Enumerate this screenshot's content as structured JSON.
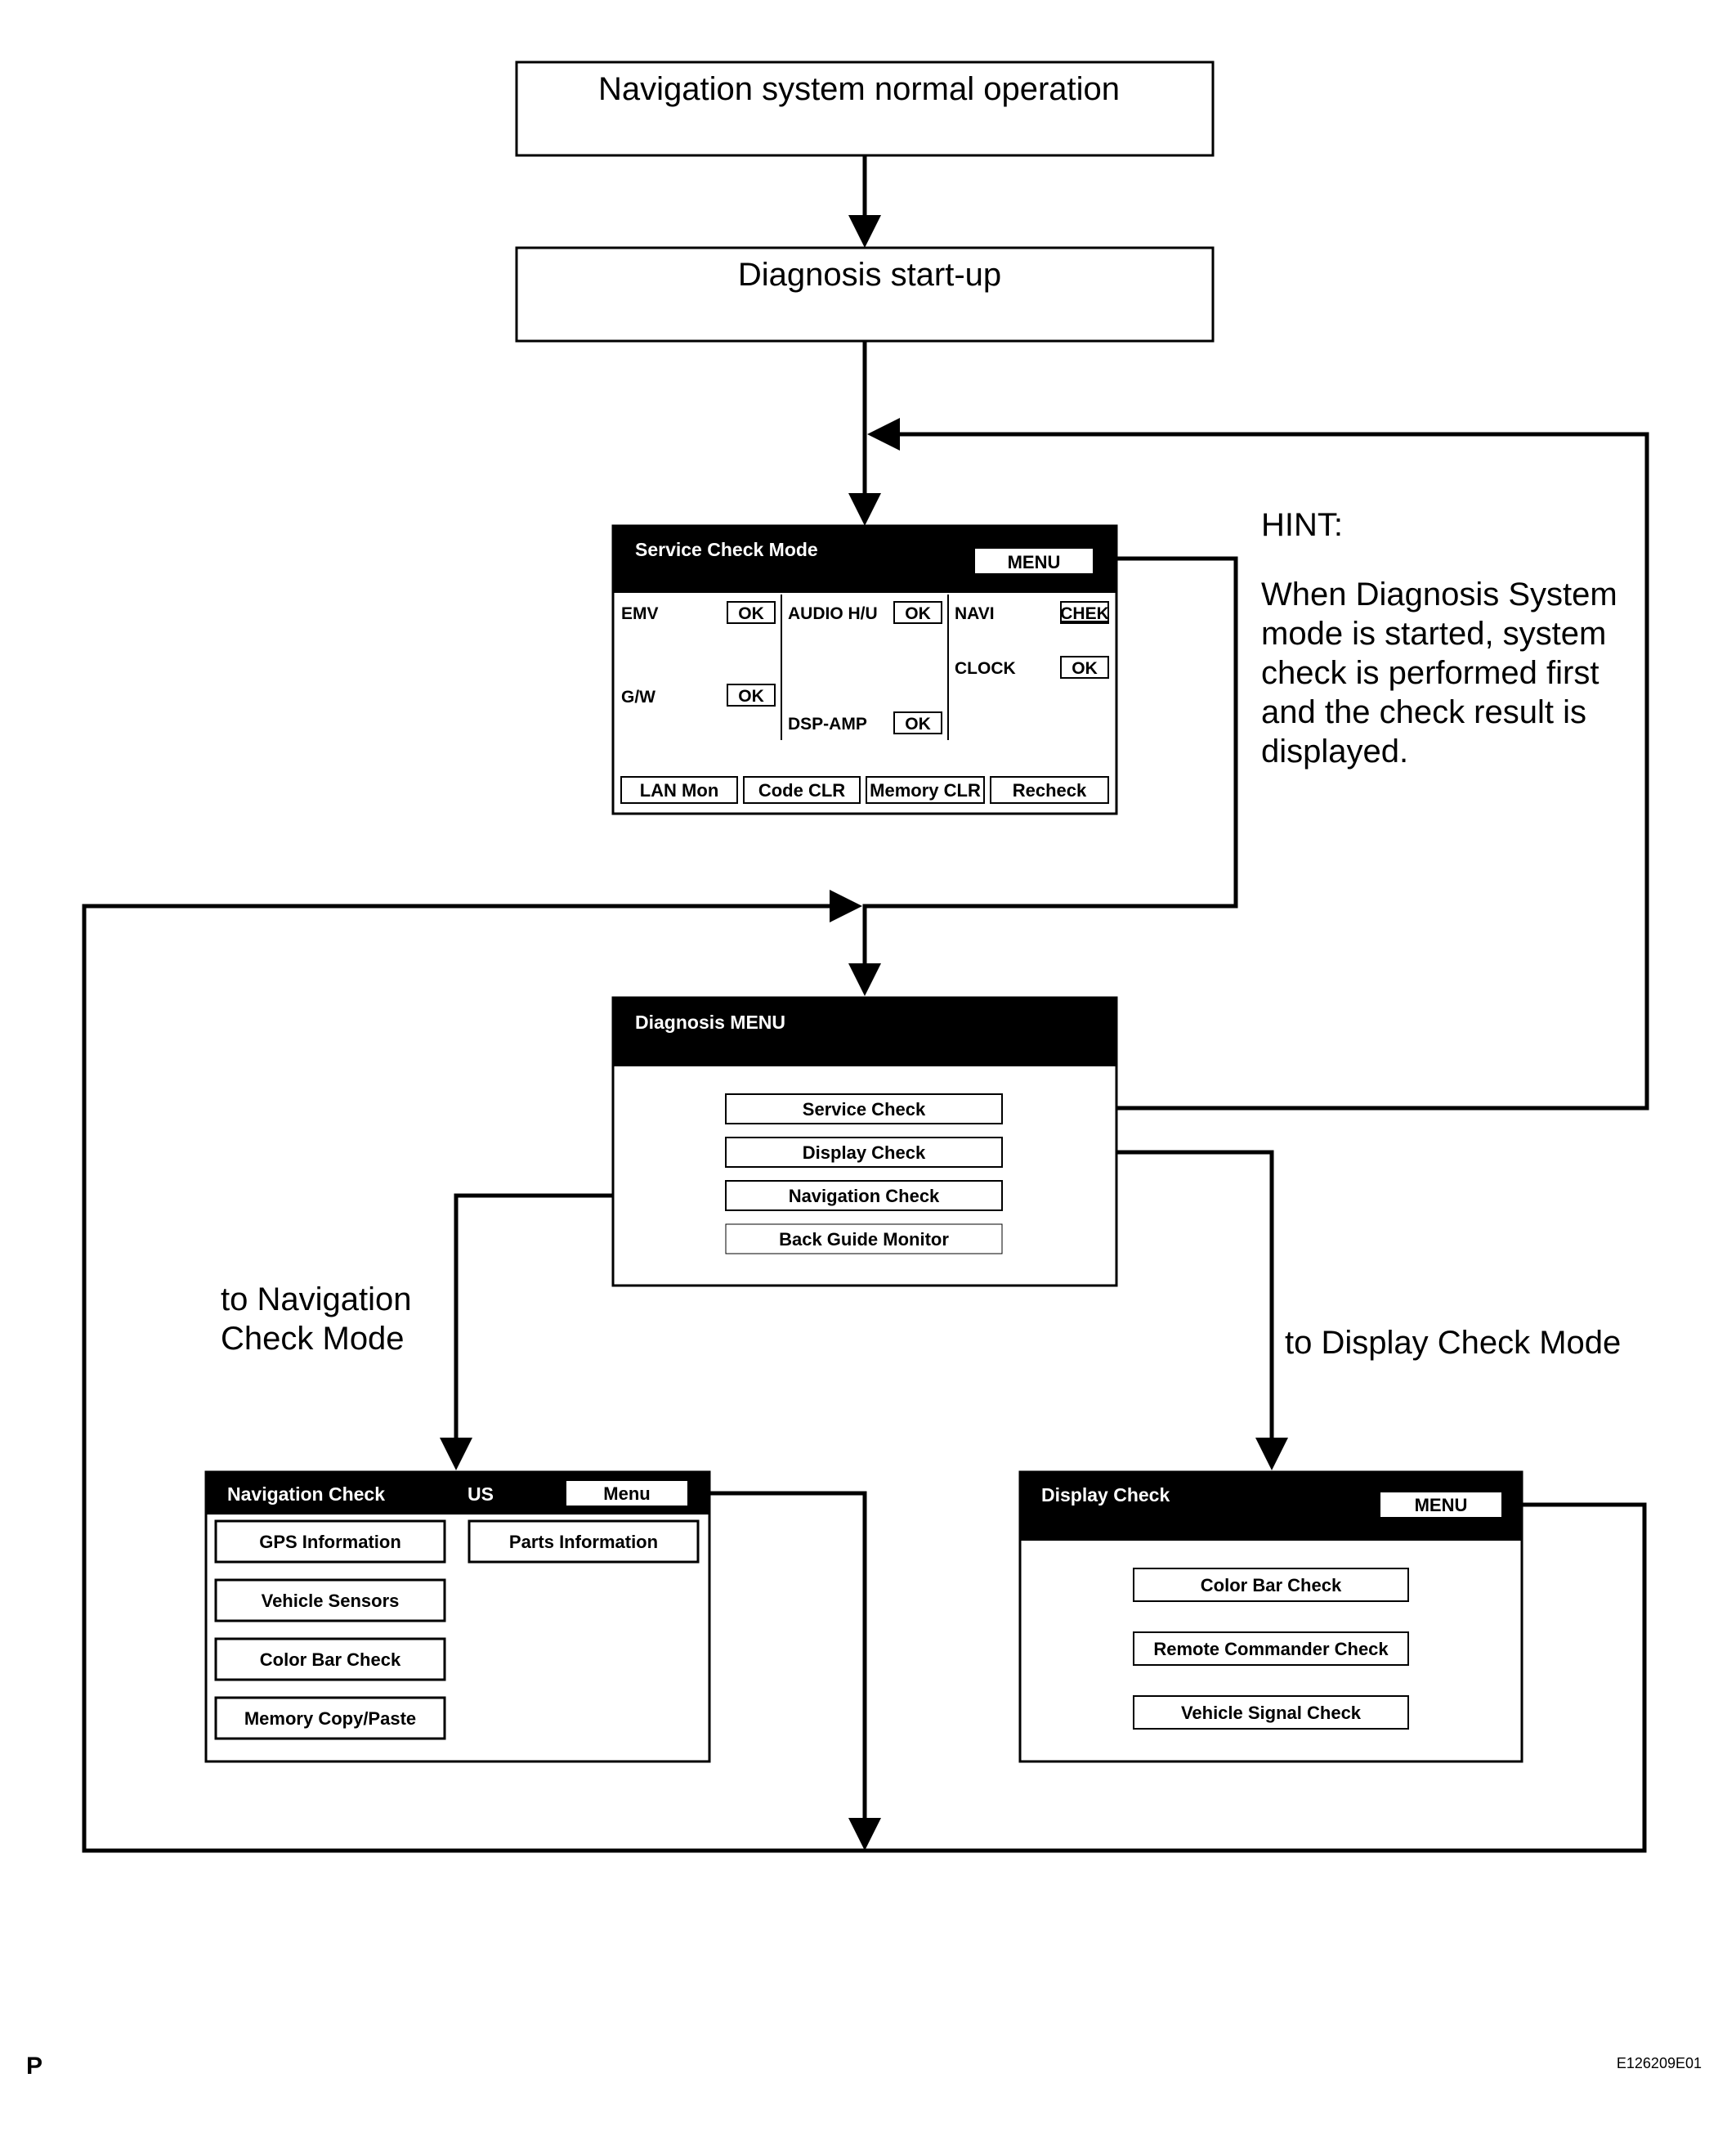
{
  "flow": {
    "step1": "Navigation system normal operation",
    "step2": "Diagnosis start-up"
  },
  "hint": {
    "title": "HINT:",
    "lines": [
      "When Diagnosis System",
      "mode is started, system",
      "check is performed first",
      "and the check result is",
      "displayed."
    ]
  },
  "service_check": {
    "title": "Service Check Mode",
    "menu_label": "MENU",
    "items": {
      "emv": {
        "label": "EMV",
        "status": "OK"
      },
      "gw": {
        "label": "G/W",
        "status": "OK"
      },
      "audio": {
        "label": "AUDIO H/U",
        "status": "OK"
      },
      "dsp": {
        "label": "DSP-AMP",
        "status": "OK"
      },
      "navi": {
        "label": "NAVI",
        "status": "CHEK"
      },
      "clock": {
        "label": "CLOCK",
        "status": "OK"
      }
    },
    "footer": [
      "LAN Mon",
      "Code CLR",
      "Memory CLR",
      "Recheck"
    ]
  },
  "diagnosis_menu": {
    "title": "Diagnosis MENU",
    "buttons": [
      "Service Check",
      "Display Check",
      "Navigation Check",
      "Back Guide Monitor"
    ]
  },
  "labels": {
    "to_nav_line1": "to Navigation",
    "to_nav_line2": "Check Mode",
    "to_display": "to Display Check Mode"
  },
  "navigation_check": {
    "title": "Navigation Check",
    "region": "US",
    "menu_label": "Menu",
    "left_buttons": [
      "GPS Information",
      "Vehicle Sensors",
      "Color Bar Check",
      "Memory Copy/Paste"
    ],
    "right_buttons": [
      "Parts Information"
    ]
  },
  "display_check": {
    "title": "Display Check",
    "menu_label": "MENU",
    "buttons": [
      "Color Bar Check",
      "Remote Commander Check",
      "Vehicle Signal Check"
    ]
  },
  "footer": {
    "letter": "P",
    "code": "E126209E01"
  }
}
